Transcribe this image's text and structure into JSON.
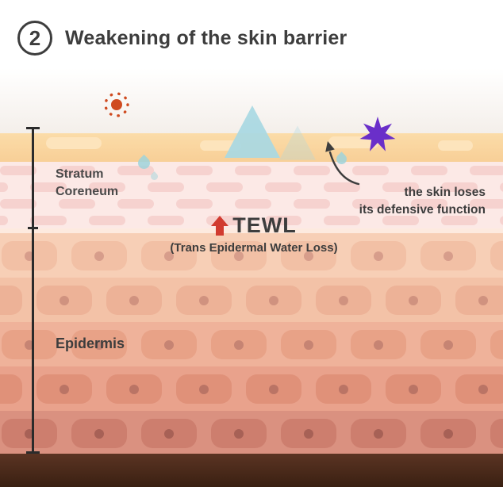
{
  "header": {
    "step_number": "2",
    "title": "Weakening of the skin barrier"
  },
  "annotations": {
    "stratum_line1": "Stratum",
    "stratum_line2": "Coreneum",
    "epidermis": "Epidermis",
    "tewl": "TEWL",
    "tewl_subtitle": "(Trans Epidermal Water Loss)",
    "defense_line1": "the skin loses",
    "defense_line2": "its defensive function"
  },
  "icons": {
    "sun": "sun-icon",
    "pollutant_triangle": "pollutant-triangle-icon",
    "microbe_star": "microbe-star-icon",
    "water_droplet": "water-droplet-icon",
    "curved_arrow": "curved-arrow-icon",
    "tewl_up_arrow": "up-arrow-icon"
  },
  "colors": {
    "text_dark": "#3d3d3d",
    "tewl_arrow_red": "#d13b30",
    "sun_orange": "#cf4a1f",
    "triangle_blue": "#a9d9e3",
    "star_purple": "#6a2fc9",
    "droplet_teal": "#9fd4da",
    "surface_peach_top": "#fbdca8",
    "surface_peach_bottom": "#f8cf97",
    "stratum_bg": "#fce9e6",
    "stratum_dash": "#f6d2cf",
    "epidermis_rows": [
      {
        "bg": "#f7cfb6",
        "cell": "#f2c0a5",
        "dot": "#cf9484"
      },
      {
        "bg": "#f3c2a7",
        "cell": "#edb297",
        "dot": "#c88a79"
      },
      {
        "bg": "#efb29a",
        "cell": "#e8a287",
        "dot": "#bd7d6e"
      },
      {
        "bg": "#e9a28c",
        "cell": "#e09179",
        "dot": "#b06d60"
      },
      {
        "bg": "#da9180",
        "cell": "#cd7e6e",
        "dot": "#9d5a50"
      }
    ],
    "base_brown_top": "#5b3423",
    "base_brown_bottom": "#3a2012",
    "measure_line": "#2b2b2b"
  }
}
